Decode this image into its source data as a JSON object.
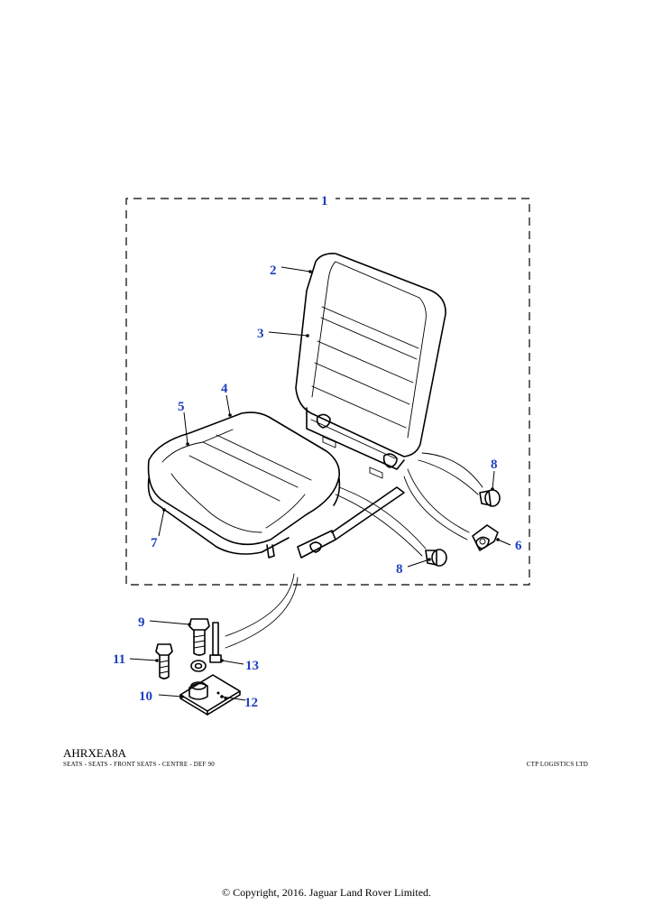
{
  "callouts": {
    "c1": "1",
    "c2": "2",
    "c3": "3",
    "c4": "4",
    "c5": "5",
    "c6": "6",
    "c7": "7",
    "c8a": "8",
    "c8b": "8",
    "c9": "9",
    "c10": "10",
    "c11": "11",
    "c12": "12",
    "c13": "13"
  },
  "footer": {
    "code": "AHRXEA8A",
    "caption": "SEATS - SEATS - FRONT SEATS - CENTRE - DEF 90",
    "supplier": "CTP LOGISTICS LTD",
    "copyright": "© Copyright, 2016. Jaguar Land Rover Limited."
  },
  "colors": {
    "callout": "#1f3fbf",
    "line": "#000000",
    "background": "#ffffff"
  }
}
